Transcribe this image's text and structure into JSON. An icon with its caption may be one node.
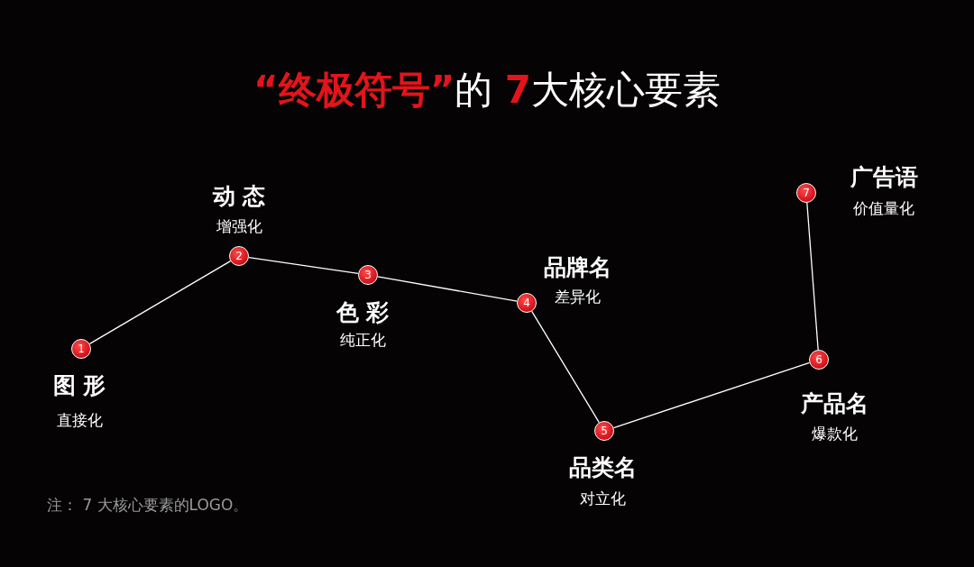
{
  "diagram": {
    "title": "**“终极符号”**的 **7**大核心要素",
    "nodes": [
      {
        "text": [
          "1"
        ],
        "beside": [
          "图 形",
          "直接化"
        ]
      },
      {
        "text": [
          "2"
        ],
        "beside": [
          "动 态",
          "增强化"
        ]
      },
      {
        "text": [
          "3"
        ],
        "beside": [
          "色 彩",
          "纯正化"
        ]
      },
      {
        "text": [
          "4"
        ],
        "beside": [
          "品牌名",
          "差异化"
        ]
      },
      {
        "text": [
          "5"
        ],
        "beside": [
          "品类名",
          "对立化"
        ]
      },
      {
        "text": [
          "6"
        ],
        "beside": [
          "产品名",
          "爆款化"
        ]
      },
      {
        "text": [
          "7"
        ],
        "beside": [
          "广告语",
          "价值量化"
        ]
      }
    ],
    "edges": [
      {
        "from": 0,
        "to": 1,
        "arrow": "none"
      },
      {
        "from": 1,
        "to": 2,
        "arrow": "none"
      },
      {
        "from": 2,
        "to": 3,
        "arrow": "none"
      },
      {
        "from": 3,
        "to": 4,
        "arrow": "none"
      },
      {
        "from": 4,
        "to": 5,
        "arrow": "none"
      },
      {
        "from": 5,
        "to": 6,
        "arrow": "none"
      }
    ],
    "labels": [
      "注： 7 大核心要素的LOGO。"
    ]
  }
}
